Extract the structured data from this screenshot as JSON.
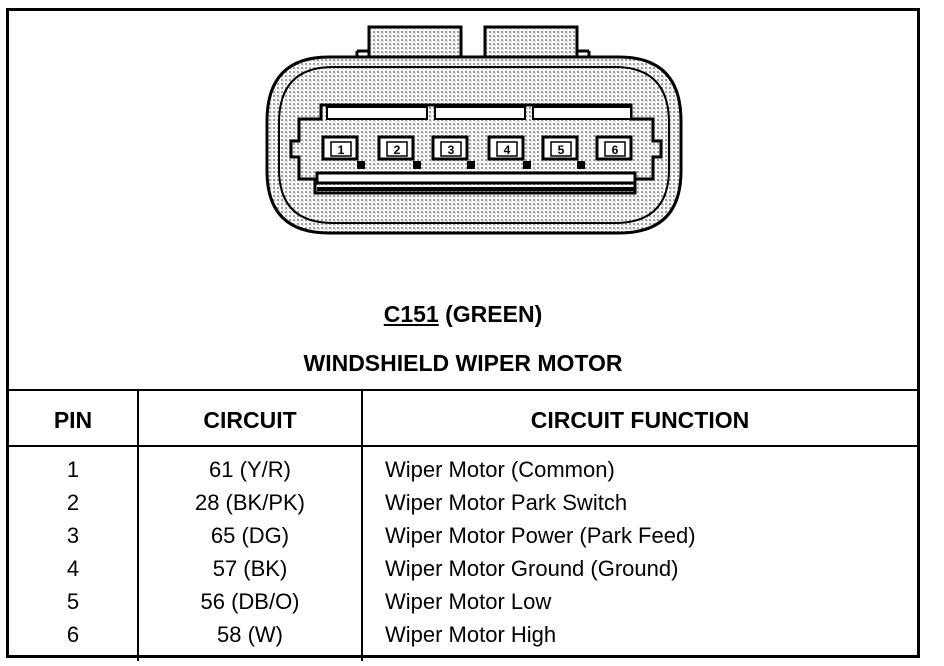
{
  "connector": {
    "id": "C151",
    "color": "(GREEN)",
    "component": "WINDSHIELD WIPER MOTOR",
    "pin_labels": [
      "1",
      "2",
      "3",
      "4",
      "5",
      "6"
    ]
  },
  "table": {
    "headers": {
      "pin": "PIN",
      "circuit": "CIRCUIT",
      "function": "CIRCUIT FUNCTION"
    },
    "rows": [
      {
        "pin": "1",
        "circuit": "61 (Y/R)",
        "function": "Wiper Motor (Common)"
      },
      {
        "pin": "2",
        "circuit": "28 (BK/PK)",
        "function": "Wiper Motor Park Switch"
      },
      {
        "pin": "3",
        "circuit": "65 (DG)",
        "function": "Wiper Motor Power (Park Feed)"
      },
      {
        "pin": "4",
        "circuit": "57 (BK)",
        "function": "Wiper Motor Ground (Ground)"
      },
      {
        "pin": "5",
        "circuit": "56 (DB/O)",
        "function": "Wiper Motor Low"
      },
      {
        "pin": "6",
        "circuit": "58 (W)",
        "function": "Wiper Motor High"
      }
    ]
  },
  "colors": {
    "ink": "#000000",
    "shading": "#bdbdbd",
    "background": "#ffffff"
  }
}
